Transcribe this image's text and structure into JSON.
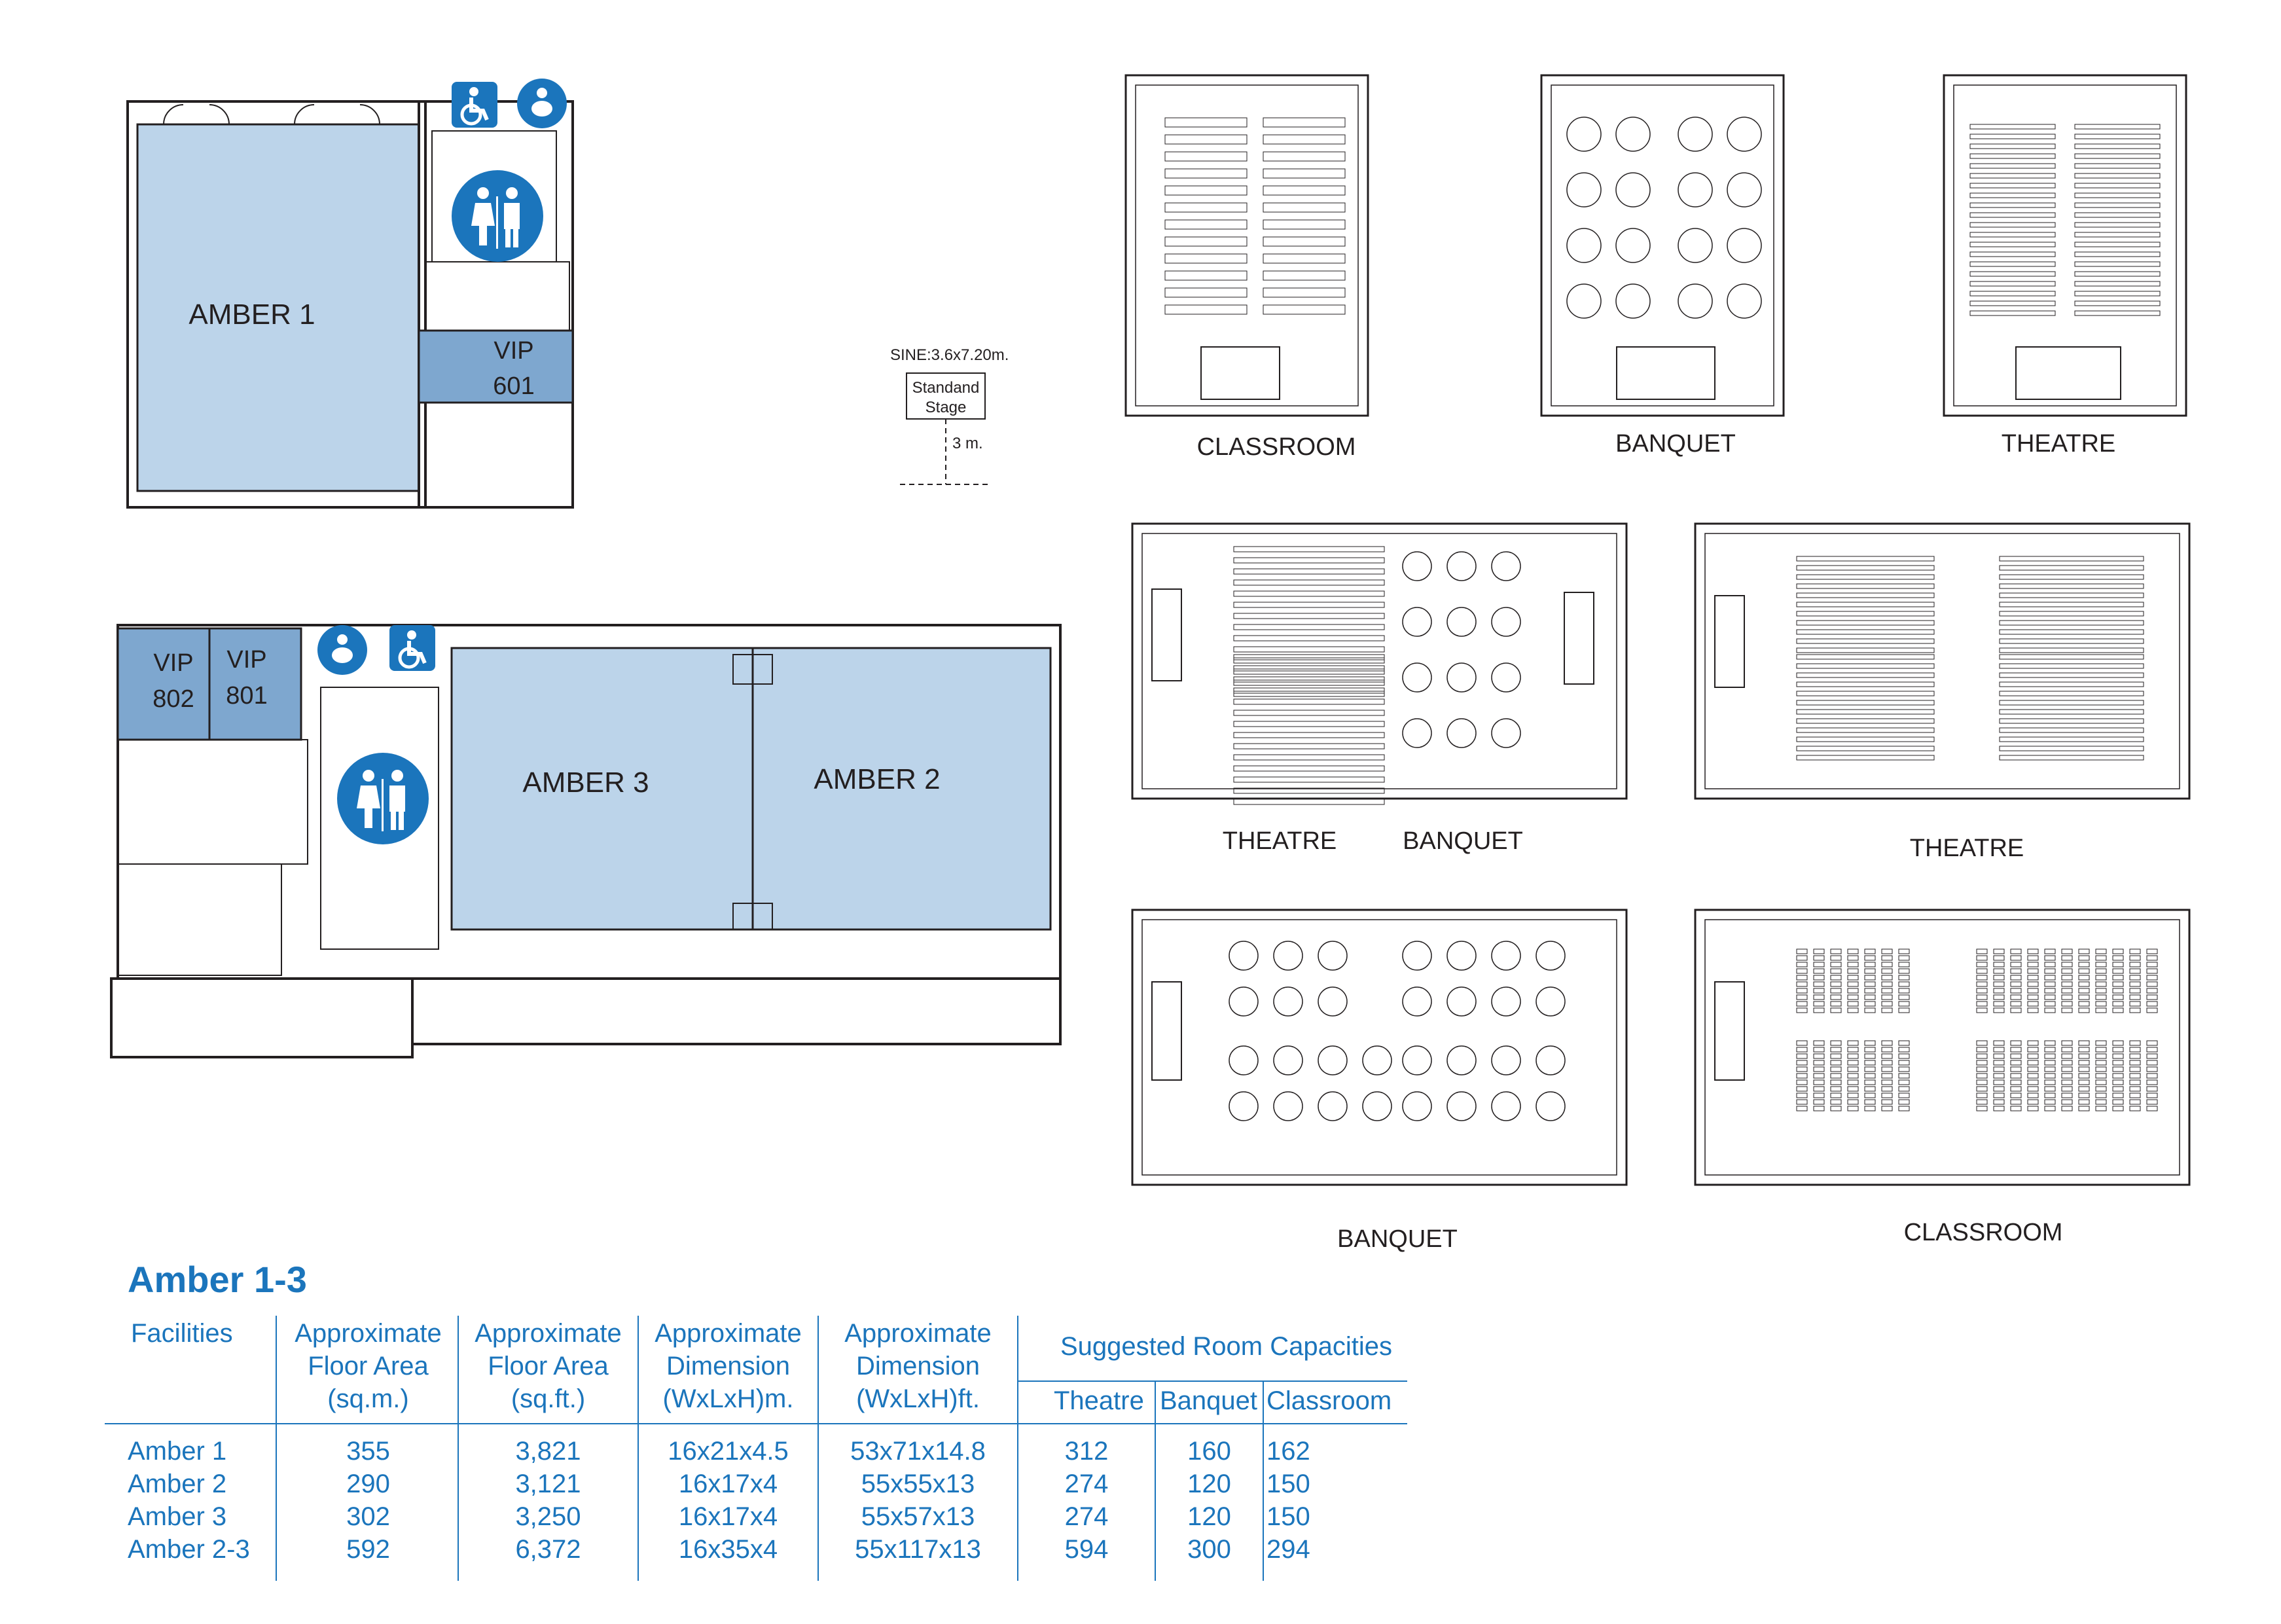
{
  "floorplan": {
    "rooms": {
      "amber1": "AMBER 1",
      "amber2": "AMBER 2",
      "amber3": "AMBER 3",
      "vip601": {
        "line1": "VIP",
        "line2": "601"
      },
      "vip802": {
        "line1": "VIP",
        "line2": "802"
      },
      "vip801": {
        "line1": "VIP",
        "line2": "801"
      }
    },
    "stage_note": {
      "title": "SINE:3.6x7.20m.",
      "box_line1": "Standand",
      "box_line2": "Stage",
      "height": "3 m."
    },
    "icons": [
      "wheelchair-icon",
      "baby-change-icon",
      "restroom-icon"
    ],
    "colors": {
      "room_fill": "#bcd4ea",
      "vip_fill": "#7ea7cf",
      "icon_blue": "#1b75bc",
      "text_blue": "#1b75bc"
    }
  },
  "layouts": {
    "top_row": [
      "CLASSROOM",
      "BANQUET",
      "THEATRE"
    ],
    "middle_left_captions": [
      "THEATRE",
      "BANQUET"
    ],
    "middle_right_caption": "THEATRE",
    "bottom_left_caption": "BANQUET",
    "bottom_right_caption": "CLASSROOM"
  },
  "table": {
    "title": "Amber 1-3",
    "headers": {
      "facilities": "Facilities",
      "floor_sqm": [
        "Approximate",
        "Floor Area",
        "(sq.m.)"
      ],
      "floor_sqft": [
        "Approximate",
        "Floor Area",
        "(sq.ft.)"
      ],
      "dim_m": [
        "Approximate",
        "Dimension",
        "(WxLxH)m."
      ],
      "dim_ft": [
        "Approximate",
        "Dimension",
        "(WxLxH)ft."
      ],
      "capacities": "Suggested Room Capacities",
      "theatre": "Theatre",
      "banquet": "Banquet",
      "classroom": "Classroom"
    },
    "rows": [
      {
        "name": "Amber 1",
        "sqm": "355",
        "sqft": "3,821",
        "dim_m": "16x21x4.5",
        "dim_ft": "53x71x14.8",
        "theatre": "312",
        "banquet": "160",
        "classroom": "162"
      },
      {
        "name": "Amber 2",
        "sqm": "290",
        "sqft": "3,121",
        "dim_m": "16x17x4",
        "dim_ft": "55x55x13",
        "theatre": "274",
        "banquet": "120",
        "classroom": "150"
      },
      {
        "name": "Amber 3",
        "sqm": "302",
        "sqft": "3,250",
        "dim_m": "16x17x4",
        "dim_ft": "55x57x13",
        "theatre": "274",
        "banquet": "120",
        "classroom": "150"
      },
      {
        "name": "Amber 2-3",
        "sqm": "592",
        "sqft": "6,372",
        "dim_m": "16x35x4",
        "dim_ft": "55x117x13",
        "theatre": "594",
        "banquet": "300",
        "classroom": "294"
      }
    ]
  }
}
